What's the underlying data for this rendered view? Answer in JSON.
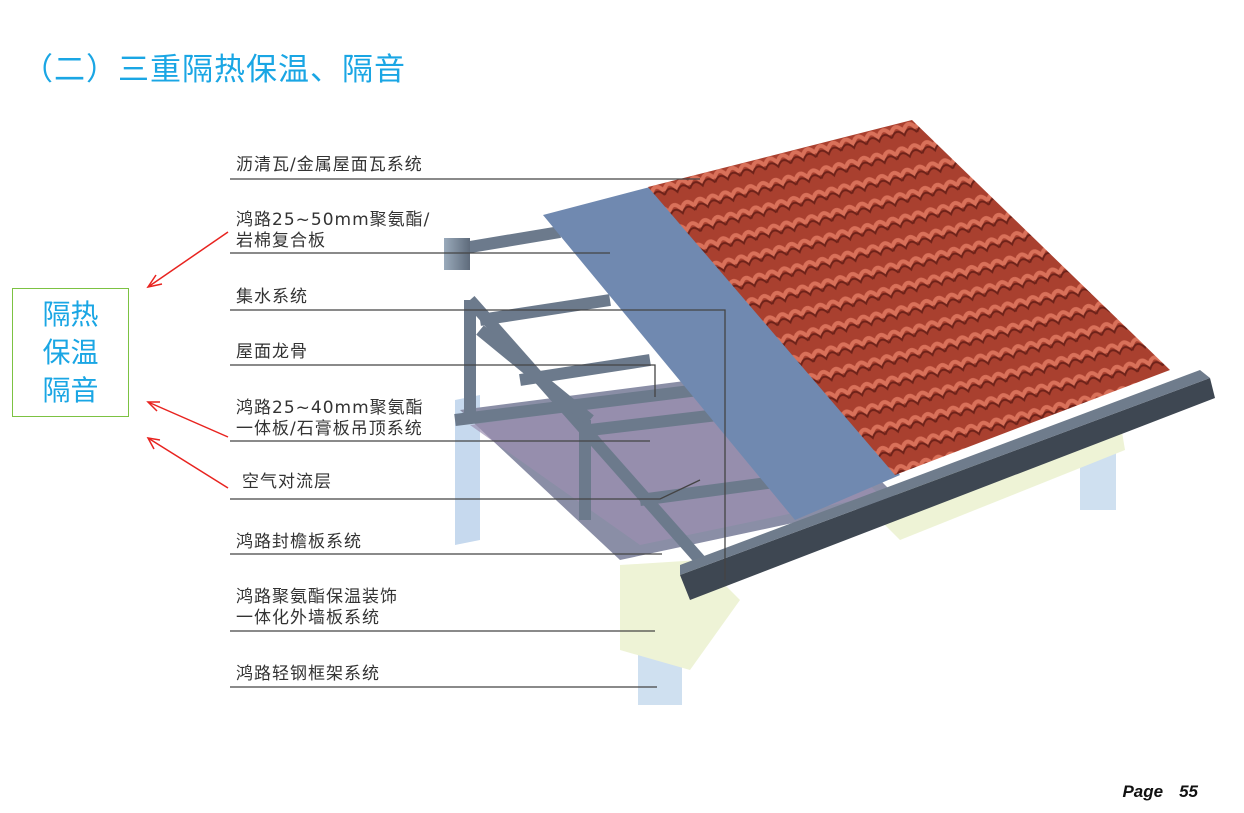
{
  "title": "（二）三重隔热保温、隔音",
  "legend_box": {
    "lines": [
      "隔热",
      "保温",
      "隔音"
    ]
  },
  "labels": [
    {
      "lines": [
        "沥清瓦/金属屋面瓦系统"
      ]
    },
    {
      "lines": [
        "鸿路25~50mm聚氨酯/",
        "岩棉复合板"
      ]
    },
    {
      "lines": [
        "集水系统"
      ]
    },
    {
      "lines": [
        "屋面龙骨"
      ]
    },
    {
      "lines": [
        "鸿路25~40mm聚氨酯",
        "一体板/石膏板吊顶系统"
      ]
    },
    {
      "lines": [
        "空气对流层"
      ]
    },
    {
      "lines": [
        "鸿路封檐板系统"
      ]
    },
    {
      "lines": [
        "鸿路聚氨酯保温装饰",
        "一体化外墙板系统"
      ]
    },
    {
      "lines": [
        "鸿路轻钢框架系统"
      ]
    }
  ],
  "footer": {
    "page_label": "Page",
    "page_number": "55"
  },
  "colors": {
    "title": "#1aa6e4",
    "box_border": "#7cc242",
    "arrow": "#e8231f",
    "tile": "#b5473a",
    "panel": "#7089b0"
  }
}
